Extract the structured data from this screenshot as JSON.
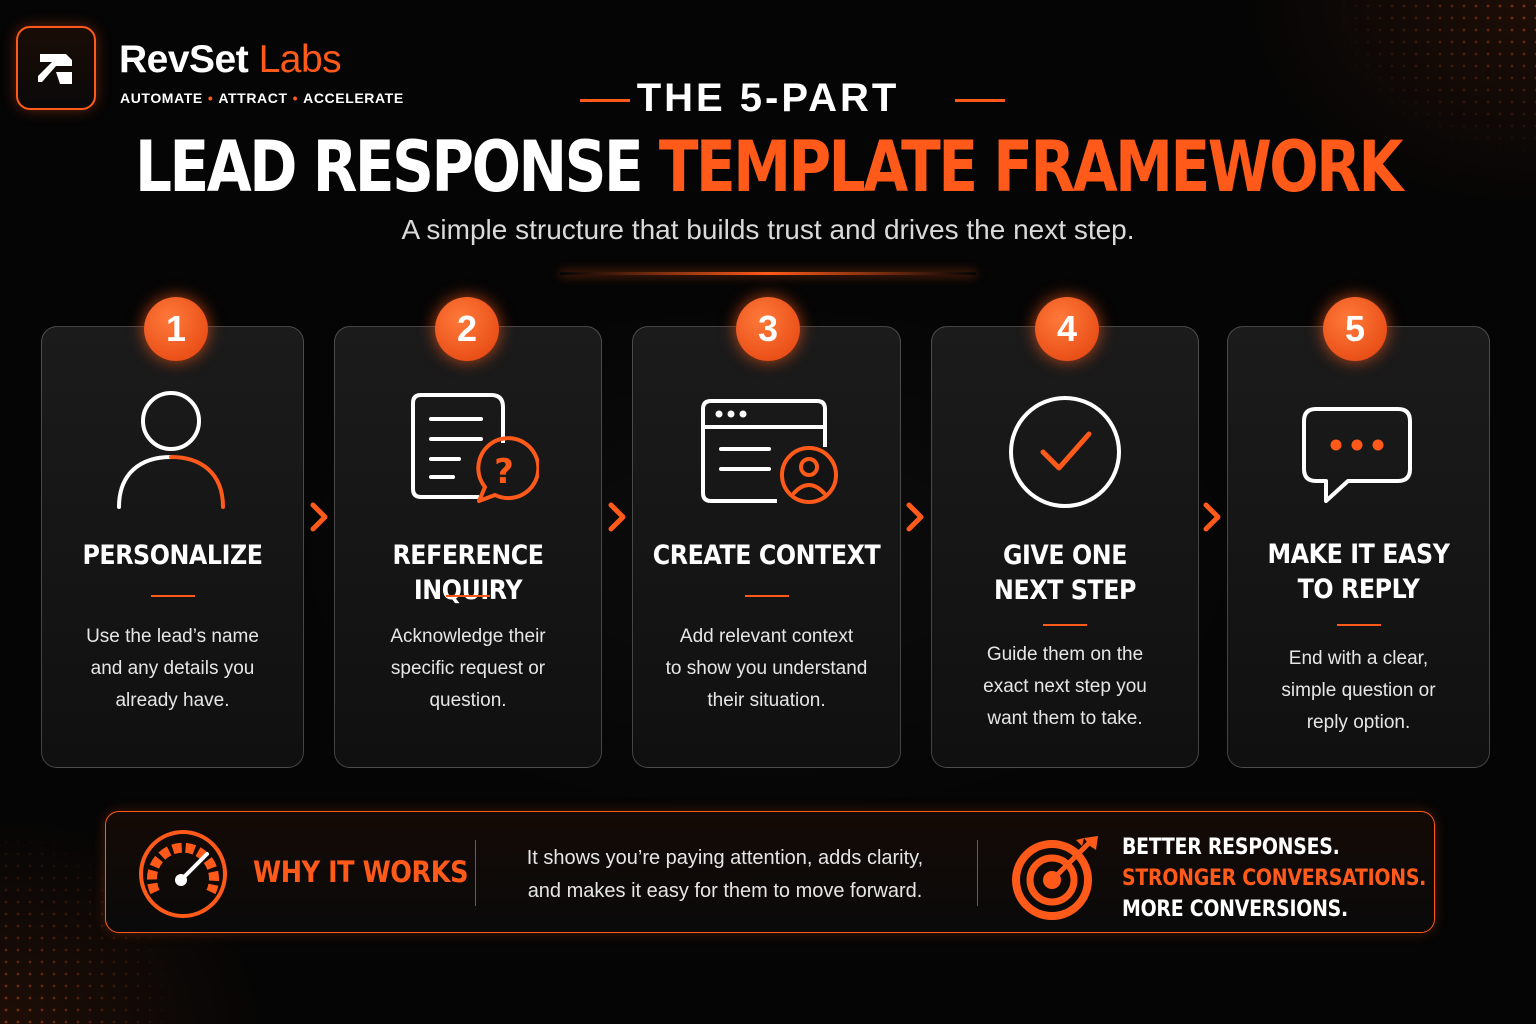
{
  "brand": {
    "name_main": "RevSet",
    "name_accent": "Labs",
    "tagline": [
      "AUTOMATE",
      "ATTRACT",
      "ACCELERATE"
    ],
    "tagline_separator": "•"
  },
  "header": {
    "eyebrow": "THE 5-PART",
    "headline_white": "LEAD RESPONSE",
    "headline_orange": "TEMPLATE FRAMEWORK",
    "subtitle": "A simple structure that builds trust and drives the next step."
  },
  "steps": [
    {
      "number": "1",
      "title_lines": [
        "PERSONALIZE"
      ],
      "desc_lines": [
        "Use the lead’s name",
        "and any details you",
        "already have."
      ],
      "icon": "person-icon"
    },
    {
      "number": "2",
      "title_lines": [
        "REFERENCE INQUIRY"
      ],
      "desc_lines": [
        "Acknowledge their",
        "specific request or",
        "question."
      ],
      "icon": "document-question-icon"
    },
    {
      "number": "3",
      "title_lines": [
        "CREATE CONTEXT"
      ],
      "desc_lines": [
        "Add relevant context",
        "to show you understand",
        "their situation."
      ],
      "icon": "browser-user-icon"
    },
    {
      "number": "4",
      "title_lines": [
        "GIVE ONE",
        "NEXT STEP"
      ],
      "desc_lines": [
        "Guide them on the",
        "exact next step you",
        "want them to take."
      ],
      "icon": "checkmark-circle-icon"
    },
    {
      "number": "5",
      "title_lines": [
        "MAKE IT EASY",
        "TO REPLY"
      ],
      "desc_lines": [
        "End with a clear,",
        "simple question or",
        "reply option."
      ],
      "icon": "chat-bubble-icon"
    }
  ],
  "why": {
    "title": "WHY IT WORKS",
    "text_lines": [
      "It shows you’re paying attention, adds clarity,",
      "and makes it easy for them to move forward."
    ],
    "icon": "speedometer-icon"
  },
  "results": {
    "lines": [
      "BETTER RESPONSES.",
      "STRONGER CONVERSATIONS.",
      "MORE CONVERSIONS."
    ],
    "icon": "target-arrow-icon"
  },
  "colors": {
    "accent": "#ff5a1a",
    "background": "#050505",
    "card": "#161616",
    "text": "#ffffff"
  }
}
